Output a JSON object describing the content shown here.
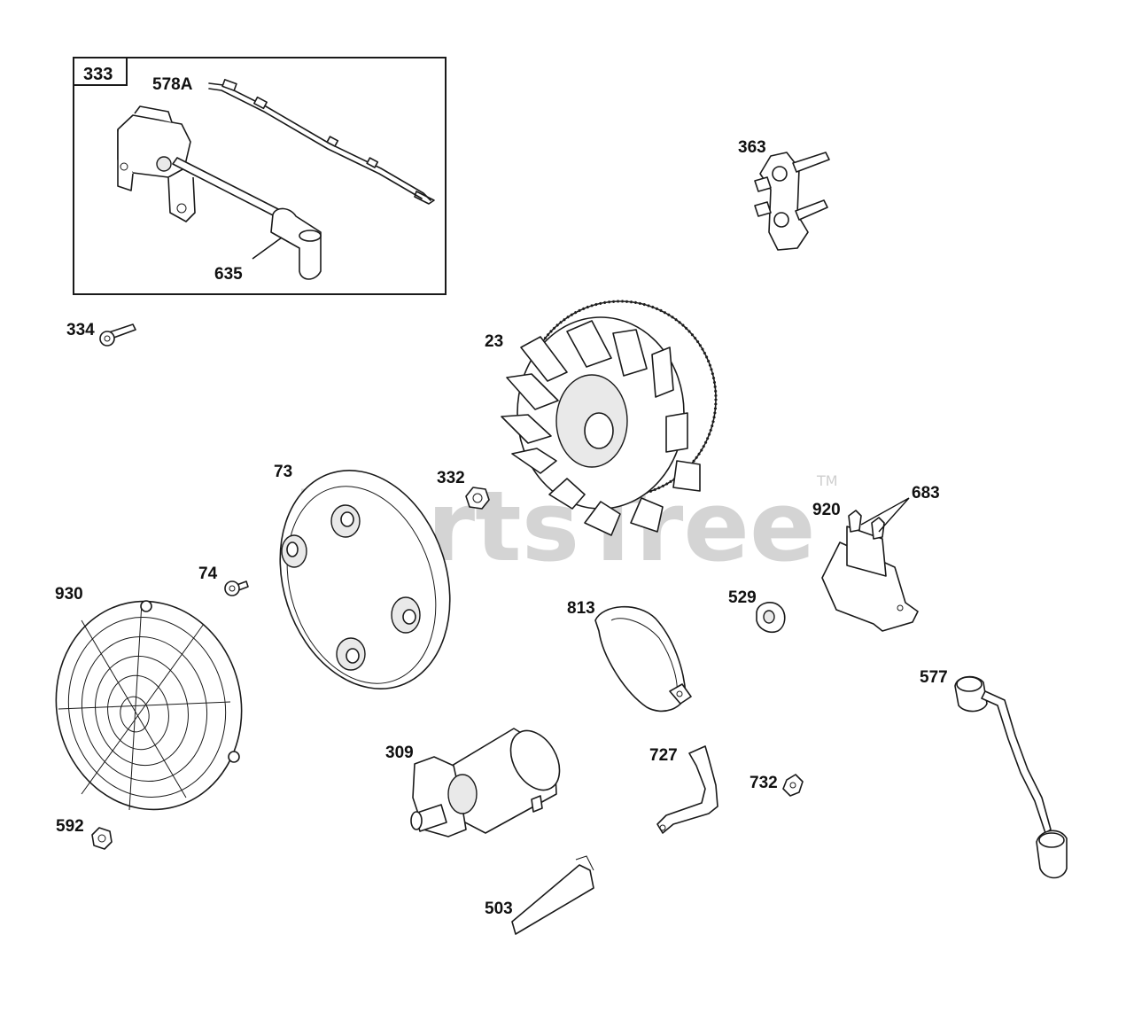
{
  "watermark": {
    "text": "PartsTree",
    "trademark": "TM"
  },
  "kit_box": {
    "label": "333"
  },
  "callouts": {
    "c578A": "578A",
    "c635": "635",
    "c363": "363",
    "c334": "334",
    "c23": "23",
    "c73": "73",
    "c332": "332",
    "c920": "920",
    "c683": "683",
    "c74": "74",
    "c930": "930",
    "c529": "529",
    "c813": "813",
    "c577": "577",
    "c309": "309",
    "c727": "727",
    "c732": "732",
    "c592": "592",
    "c503": "503"
  }
}
